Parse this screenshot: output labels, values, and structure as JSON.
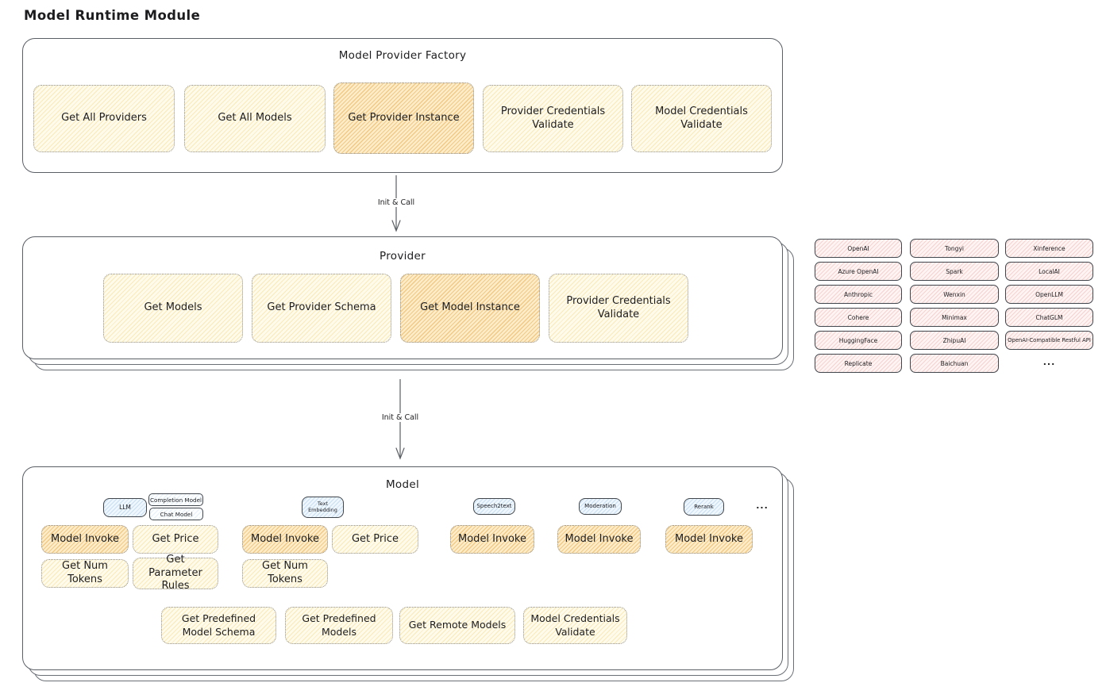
{
  "page": {
    "title": "Model Runtime Module"
  },
  "palette": {
    "yellow_fill": "#FFFBEC",
    "yellow_hatch": "#F3D473",
    "orange_fill": "#FBEDCC",
    "orange_hatch": "#EEAC46",
    "pink_fill": "#FDF4F3",
    "pink_hatch": "#EBA09B",
    "blue_fill": "#EFF6FC",
    "blue_hatch": "#96C3E8",
    "border_dark": "#41464C",
    "border_dotted": "#8F8F8F",
    "arrow": "#5A5F64",
    "text": "#1D1D20"
  },
  "factory": {
    "title": "Model Provider Factory",
    "items": [
      {
        "label": "Get All Providers",
        "highlighted": false
      },
      {
        "label": "Get All Models",
        "highlighted": false
      },
      {
        "label": "Get Provider Instance",
        "highlighted": true
      },
      {
        "label": "Provider Credentials Validate",
        "highlighted": false
      },
      {
        "label": "Model Credentials Validate",
        "highlighted": false
      }
    ]
  },
  "arrows": {
    "factory_to_provider": "Init & Call",
    "provider_to_model": "Init & Call"
  },
  "provider": {
    "title": "Provider",
    "items": [
      {
        "label": "Get Models",
        "highlighted": false
      },
      {
        "label": "Get Provider Schema",
        "highlighted": false
      },
      {
        "label": "Get Model Instance",
        "highlighted": true
      },
      {
        "label": "Provider Credentials Validate",
        "highlighted": false
      }
    ]
  },
  "providers_grid": {
    "column1": [
      "OpenAI",
      "Azure OpenAI",
      "Anthropic",
      "Cohere",
      "HuggingFace",
      "Replicate"
    ],
    "column2": [
      "Tongyi",
      "Spark",
      "Wenxin",
      "Minimax",
      "ZhipuAI",
      "Baichuan"
    ],
    "column3": [
      "Xinference",
      "LocalAI",
      "OpenLLM",
      "ChatGLM",
      "OpenAI-Compatible Restful API"
    ],
    "more": "..."
  },
  "model": {
    "title": "Model",
    "groups": [
      {
        "tab": "LLM",
        "subtabs": [
          "Completion Model",
          "Chat Model"
        ],
        "ops": [
          "Model Invoke",
          "Get Price",
          "Get Num Tokens",
          "Get Parameter Rules"
        ]
      },
      {
        "tab": "Text Embedding",
        "ops": [
          "Model Invoke",
          "Get Price",
          "Get Num Tokens"
        ]
      },
      {
        "tab": "Speech2text",
        "ops": [
          "Model Invoke"
        ]
      },
      {
        "tab": "Moderation",
        "ops": [
          "Model Invoke"
        ]
      },
      {
        "tab": "Rerank",
        "ops": [
          "Model Invoke"
        ]
      }
    ],
    "more": "...",
    "bottom_ops": [
      "Get Predefined Model Schema",
      "Get Predefined Models",
      "Get Remote Models",
      "Model Credentials Validate"
    ]
  }
}
